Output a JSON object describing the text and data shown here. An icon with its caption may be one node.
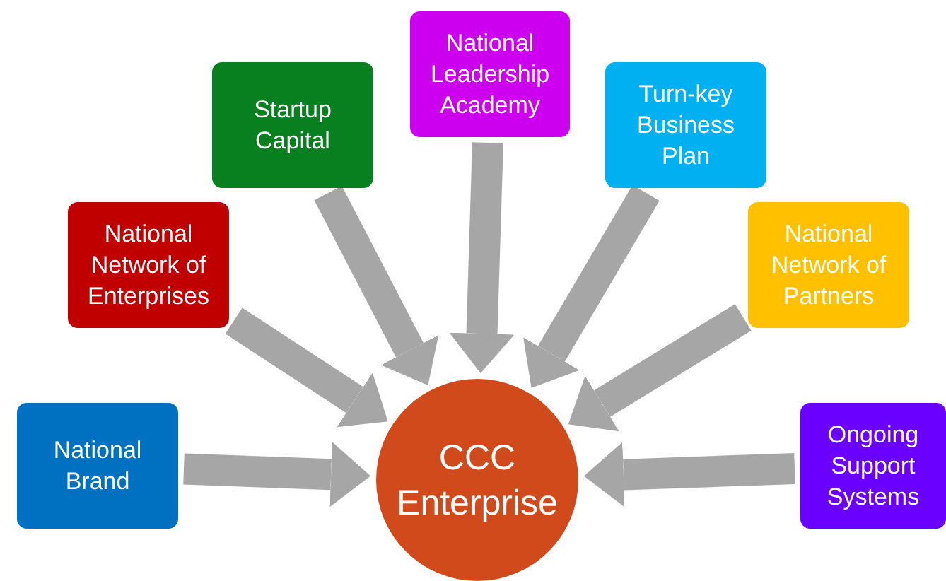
{
  "diagram": {
    "nodes": [
      {
        "text": [
          "National Brand"
        ]
      },
      {
        "text": [
          "National Network of Enterprises"
        ]
      },
      {
        "text": [
          "Startup Capital"
        ]
      },
      {
        "text": [
          "National Leadership Academy"
        ]
      },
      {
        "text": [
          "Turn-key Business Plan"
        ]
      },
      {
        "text": [
          "National Network of Partners"
        ]
      },
      {
        "text": [
          "Ongoing Support Systems"
        ]
      },
      {
        "text": [
          "CCC Enterprise"
        ]
      }
    ],
    "edges": [
      {
        "from": 0,
        "to": 7,
        "arrow": "to"
      },
      {
        "from": 1,
        "to": 7,
        "arrow": "to"
      },
      {
        "from": 2,
        "to": 7,
        "arrow": "to"
      },
      {
        "from": 3,
        "to": 7,
        "arrow": "to"
      },
      {
        "from": 4,
        "to": 7,
        "arrow": "to"
      },
      {
        "from": 5,
        "to": 7,
        "arrow": "to"
      },
      {
        "from": 6,
        "to": 7,
        "arrow": "to"
      }
    ]
  }
}
